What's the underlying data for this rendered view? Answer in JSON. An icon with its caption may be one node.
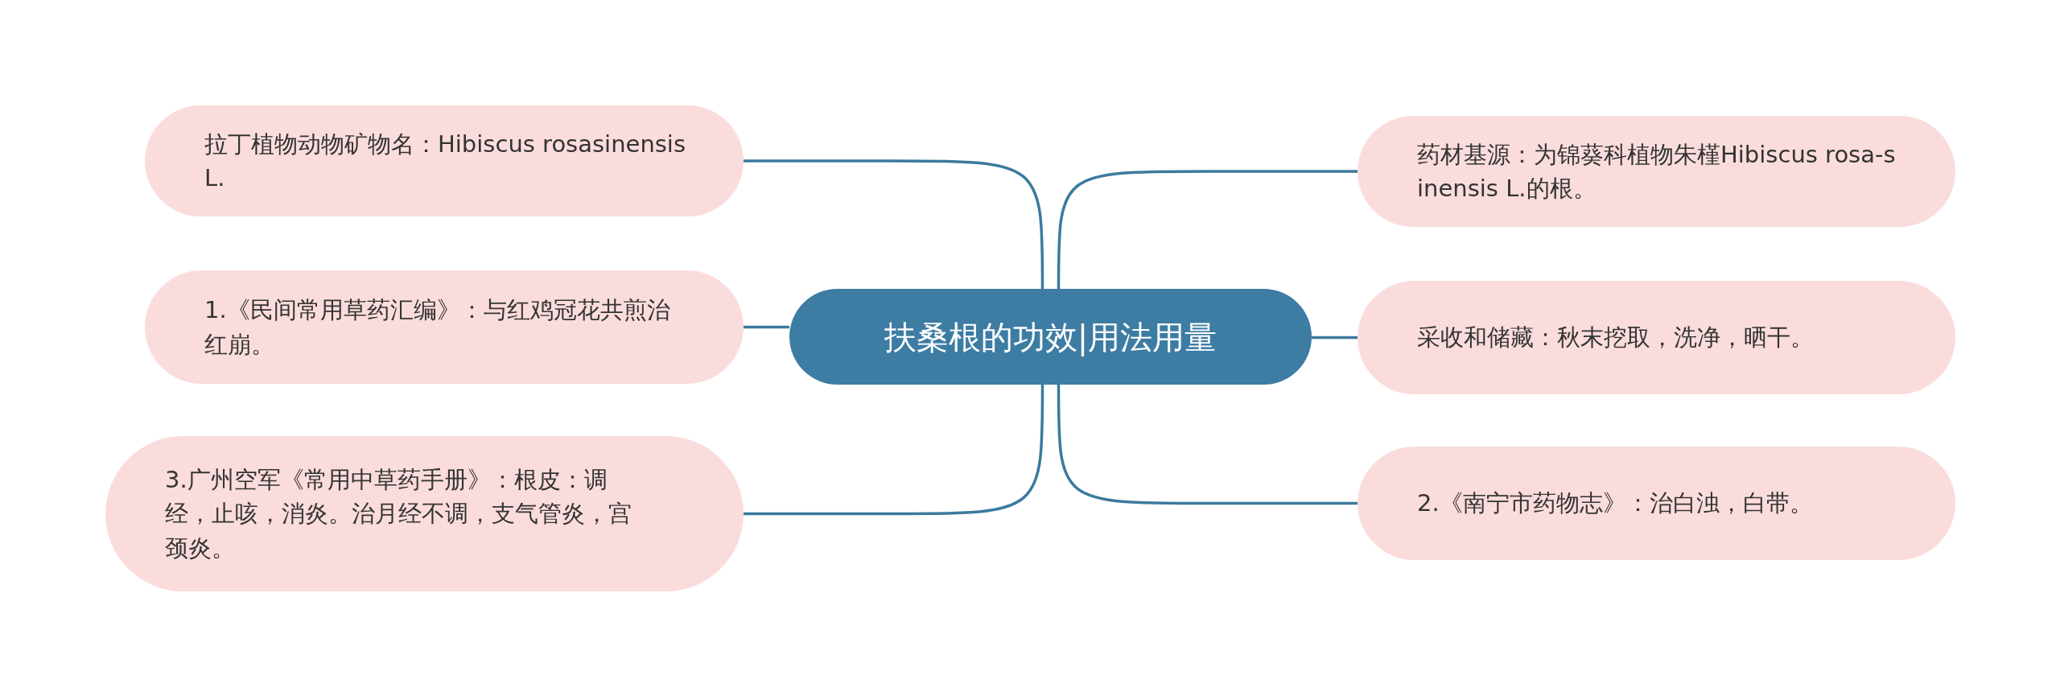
{
  "diagram": {
    "nodes": [
      {
        "text": [
          "扶桑根的功效|用法用量"
        ]
      },
      {
        "text": [
          "拉丁植物动物矿物名：Hibiscus rosasinensis L."
        ]
      },
      {
        "text": [
          "药材基源：为锦葵科植物朱槿Hibiscus rosa-sinensis L.的根。"
        ]
      },
      {
        "text": [
          "1.《民间常用草药汇编》：与红鸡冠花共煎治红崩。"
        ]
      },
      {
        "text": [
          "采收和储藏：秋末挖取，洗净，晒干。"
        ]
      },
      {
        "text": [
          "3.广州空军《常用中草药手册》：根皮：调经，止咳，消炎。治月经不调，支气管炎，宫颈炎。"
        ]
      },
      {
        "text": [
          "2.《南宁市药物志》：治白浊，白带。"
        ]
      }
    ],
    "edges": [
      {
        "from": 0,
        "to": 1,
        "arrow": "none"
      },
      {
        "from": 0,
        "to": 2,
        "arrow": "none"
      },
      {
        "from": 0,
        "to": 3,
        "arrow": "none"
      },
      {
        "from": 0,
        "to": 4,
        "arrow": "none"
      },
      {
        "from": 0,
        "to": 5,
        "arrow": "none"
      },
      {
        "from": 0,
        "to": 6,
        "arrow": "none"
      }
    ]
  }
}
